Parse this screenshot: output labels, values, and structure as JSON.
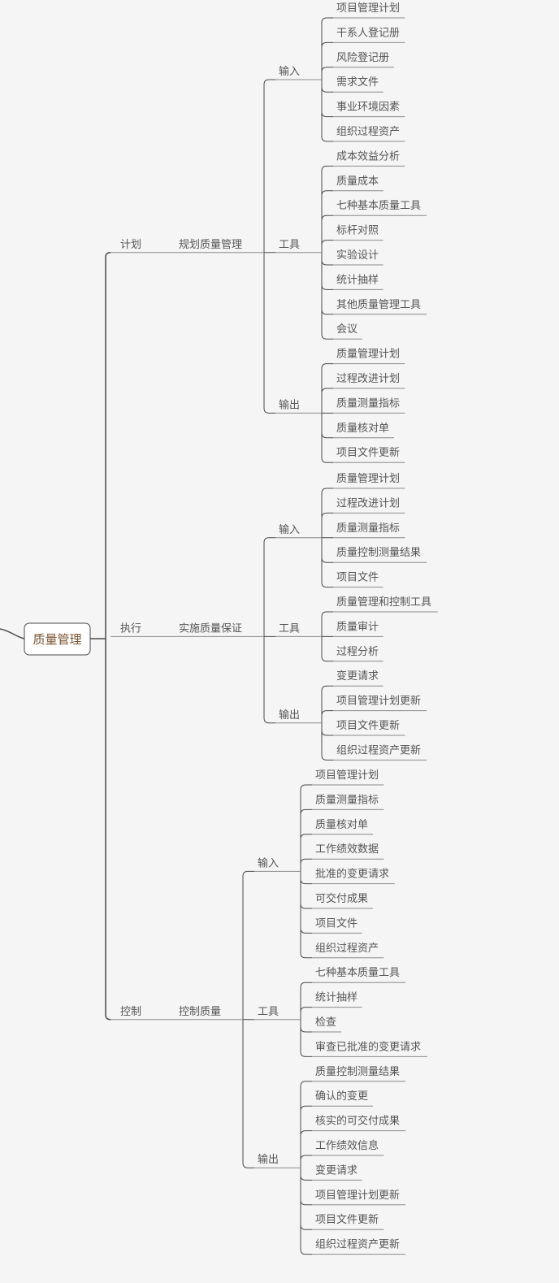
{
  "root": {
    "label": "质量管理"
  },
  "branches": [
    {
      "label": "计划",
      "process": "规划质量管理",
      "groups": [
        {
          "label": "输入",
          "items": [
            "项目管理计划",
            "干系人登记册",
            "风险登记册",
            "需求文件",
            "事业环境因素",
            "组织过程资产"
          ]
        },
        {
          "label": "工具",
          "items": [
            "成本效益分析",
            "质量成本",
            "七种基本质量工具",
            "标杆对照",
            "实验设计",
            "统计抽样",
            "其他质量管理工具",
            "会议"
          ]
        },
        {
          "label": "输出",
          "items": [
            "质量管理计划",
            "过程改进计划",
            "质量测量指标",
            "质量核对单",
            "项目文件更新"
          ]
        }
      ]
    },
    {
      "label": "执行",
      "process": "实施质量保证",
      "groups": [
        {
          "label": "输入",
          "items": [
            "质量管理计划",
            "过程改进计划",
            "质量测量指标",
            "质量控制测量结果",
            "项目文件"
          ]
        },
        {
          "label": "工具",
          "items": [
            "质量管理和控制工具",
            "质量审计",
            "过程分析"
          ]
        },
        {
          "label": "输出",
          "items": [
            "变更请求",
            "项目管理计划更新",
            "项目文件更新",
            "组织过程资产更新"
          ]
        }
      ]
    },
    {
      "label": "控制",
      "process": "控制质量",
      "groups": [
        {
          "label": "输入",
          "items": [
            "项目管理计划",
            "质量测量指标",
            "质量核对单",
            "工作绩效数据",
            "批准的变更请求",
            "可交付成果",
            "项目文件",
            "组织过程资产"
          ]
        },
        {
          "label": "工具",
          "items": [
            "七种基本质量工具",
            "统计抽样",
            "检查",
            "审查已批准的变更请求"
          ]
        },
        {
          "label": "输出",
          "items": [
            "质量控制测量结果",
            "确认的变更",
            "核实的可交付成果",
            "工作绩效信息",
            "变更请求",
            "项目管理计划更新",
            "项目文件更新",
            "组织过程资产更新"
          ]
        }
      ]
    }
  ]
}
